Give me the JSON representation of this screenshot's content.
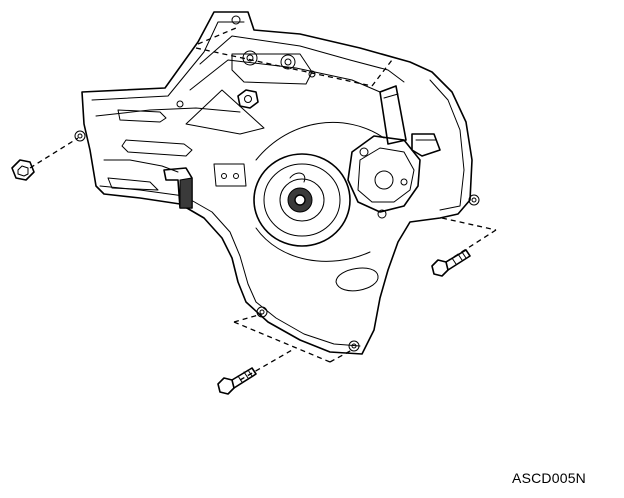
{
  "diagram": {
    "reference_code": "ASCD005N"
  },
  "colors": {
    "ink": "#000000",
    "paper": "#ffffff"
  },
  "components": [
    {
      "icon": "window-regulator-assembly"
    },
    {
      "icon": "regulator-motor"
    },
    {
      "icon": "mounting-nut"
    },
    {
      "icon": "mounting-bolt"
    },
    {
      "icon": "mounting-bolt"
    }
  ]
}
